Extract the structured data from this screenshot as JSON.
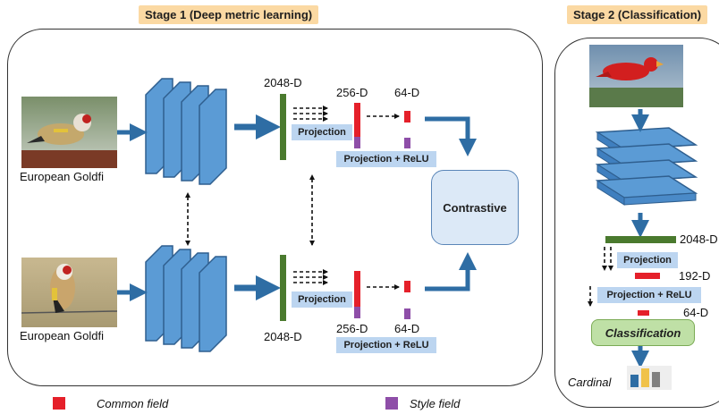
{
  "stage1": {
    "title": "Stage 1 (Deep metric learning)",
    "top_caption": "European Goldfi",
    "bottom_caption": "European Goldfi",
    "dims": {
      "d2048": "2048-D",
      "d256": "256-D",
      "d64": "64-D"
    },
    "projection_label": "Projection",
    "projection_relu_label": "Projection + ReLU",
    "contrastive_label": "Contrastive"
  },
  "stage2": {
    "title": "Stage 2 (Classification)",
    "dims": {
      "d2048": "2048-D",
      "d192": "192-D",
      "d64": "64-D"
    },
    "projection_label": "Projection",
    "projection_relu_label": "Projection + ReLU",
    "classification_label": "Classification",
    "output_label": "Cardinal"
  },
  "legend": {
    "common_field": "Common field",
    "style_field": "Style field"
  },
  "colors": {
    "common_field": "#e5202a",
    "style_field": "#8e4ea8",
    "feature_bar": "#4a7a2e",
    "arrow": "#2e6da4",
    "encoder": "#5b9bd5"
  }
}
